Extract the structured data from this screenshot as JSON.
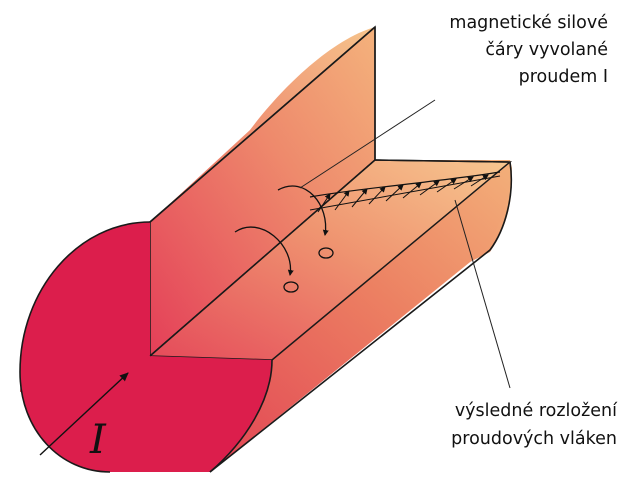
{
  "labels": {
    "field_lines": [
      "magnetické silové",
      "čáry vyvolané",
      "proudem I"
    ],
    "distribution": [
      "výsledné rozložení",
      "proudových vláken"
    ],
    "current_symbol": "I"
  },
  "colors": {
    "face_red": "#dc1e4c",
    "body_red": "#e54555",
    "body_orange": "#f0a070",
    "body_light": "#f6c48c",
    "outline": "#1a1a1a"
  },
  "icons": {
    "current_arrow": "arrow-icon",
    "field_loop": "loop-arrow-icon"
  }
}
